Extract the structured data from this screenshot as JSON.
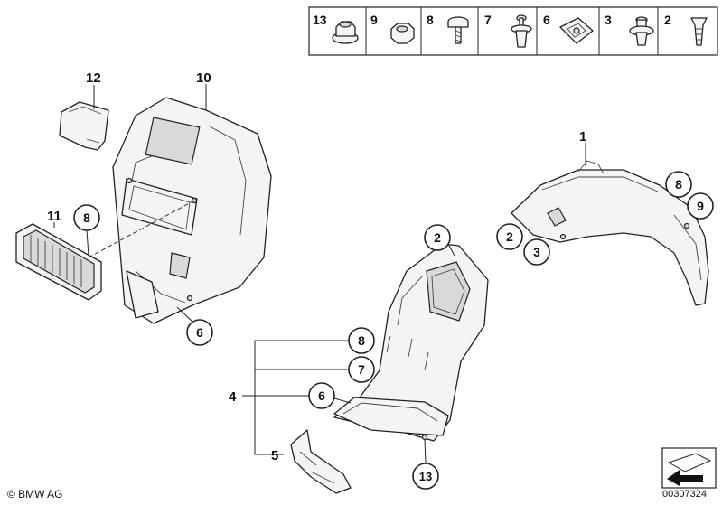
{
  "legend": {
    "items": [
      {
        "number": "13",
        "icon": "flanged-nut-icon"
      },
      {
        "number": "9",
        "icon": "hex-nut-icon"
      },
      {
        "number": "8",
        "icon": "washer-screw-icon"
      },
      {
        "number": "7",
        "icon": "expanding-rivet-icon"
      },
      {
        "number": "6",
        "icon": "spring-nut-clip-icon"
      },
      {
        "number": "3",
        "icon": "plastic-rivet-icon"
      },
      {
        "number": "2",
        "icon": "plastic-expanding-nut-icon"
      }
    ]
  },
  "callouts": {
    "plain": [
      {
        "id": "part-1",
        "label": "1"
      },
      {
        "id": "part-4",
        "label": "4"
      },
      {
        "id": "part-5",
        "label": "5"
      },
      {
        "id": "part-10",
        "label": "10"
      },
      {
        "id": "part-11",
        "label": "11"
      },
      {
        "id": "part-12",
        "label": "12"
      }
    ],
    "circled": [
      {
        "id": "fastener-8-left",
        "label": "8"
      },
      {
        "id": "fastener-6-left",
        "label": "6"
      },
      {
        "id": "fastener-2-top",
        "label": "2"
      },
      {
        "id": "fastener-8-right",
        "label": "8"
      },
      {
        "id": "fastener-9-right",
        "label": "9"
      },
      {
        "id": "fastener-2-right",
        "label": "2"
      },
      {
        "id": "fastener-3-right",
        "label": "3"
      },
      {
        "id": "fastener-8-group",
        "label": "8"
      },
      {
        "id": "fastener-7-group",
        "label": "7"
      },
      {
        "id": "fastener-6-group",
        "label": "6"
      },
      {
        "id": "fastener-13-bottom",
        "label": "13"
      }
    ]
  },
  "footer": {
    "copyright": "© BMW AG",
    "diagram_number": "00307324"
  }
}
